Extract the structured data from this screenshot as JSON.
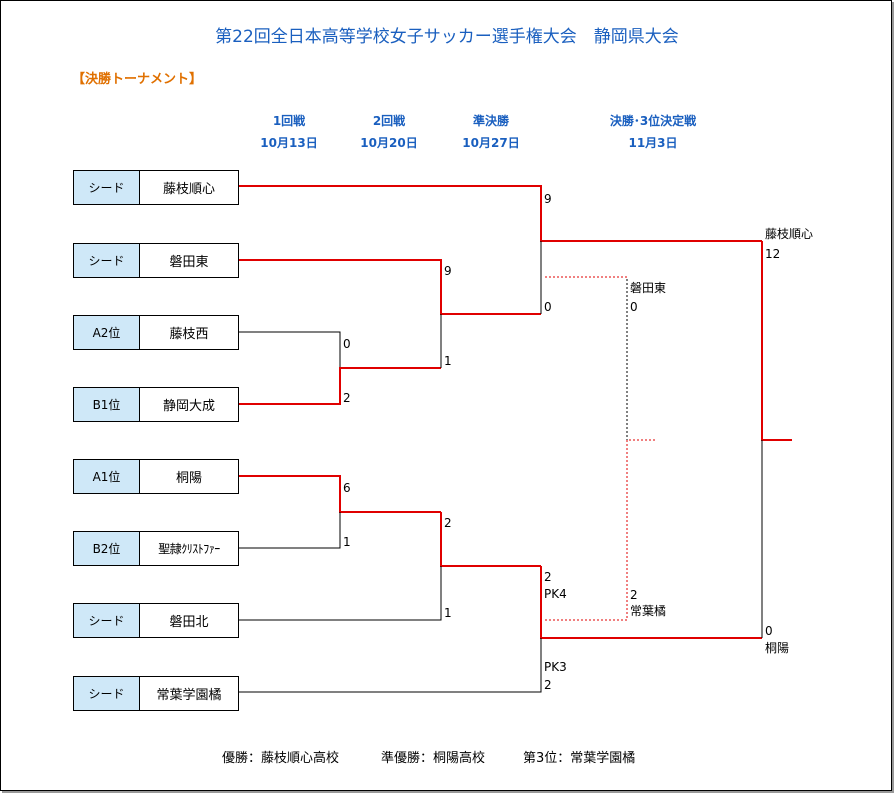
{
  "title": "第22回全日本高等学校女子サッカー選手権大会　静岡県大会",
  "section": "【決勝トーナメント】",
  "rounds": [
    {
      "name": "1回戦",
      "date": "10月13日"
    },
    {
      "name": "2回戦",
      "date": "10月20日"
    },
    {
      "name": "準決勝",
      "date": "10月27日"
    },
    {
      "name": "決勝･3位決定戦",
      "date": "11月3日"
    }
  ],
  "teams": [
    {
      "tag": "シード",
      "name": "藤枝順心"
    },
    {
      "tag": "シード",
      "name": "磐田東"
    },
    {
      "tag": "A2位",
      "name": "藤枝西"
    },
    {
      "tag": "B1位",
      "name": "静岡大成"
    },
    {
      "tag": "A1位",
      "name": "桐陽"
    },
    {
      "tag": "B2位",
      "name": "聖隷ｸﾘｽﾄﾌｧｰ"
    },
    {
      "tag": "シード",
      "name": "磐田北"
    },
    {
      "tag": "シード",
      "name": "常葉学園橘"
    }
  ],
  "scores": {
    "r1_a": "0",
    "r1_b": "2",
    "r1_c": "6",
    "r1_d": "1",
    "r2_a": "9",
    "r2_b": "1",
    "r2_c": "2",
    "r2_d": "1",
    "sf_a": "9",
    "sf_b": "0",
    "sf_c": "2",
    "sf_c_pk": "PK4",
    "sf_d_pk": "PK3",
    "sf_d": "2",
    "third_top_team": "磐田東",
    "third_top_score": "0",
    "third_bot_score": "2",
    "third_bot_team": "常葉橘",
    "final_top_team": "藤枝順心",
    "final_top_score": "12",
    "final_bot_score": "0",
    "final_bot_team": "桐陽"
  },
  "footer": {
    "winner": "優勝：藤枝順心高校",
    "runner_up": "準優勝：桐陽高校",
    "third": "第3位：常葉学園橘"
  },
  "colors": {
    "winner_line": "#e00000",
    "loser_line": "#000000",
    "title": "#1a5fbf",
    "section": "#e07000",
    "tag_bg": "#cfe8f8"
  }
}
